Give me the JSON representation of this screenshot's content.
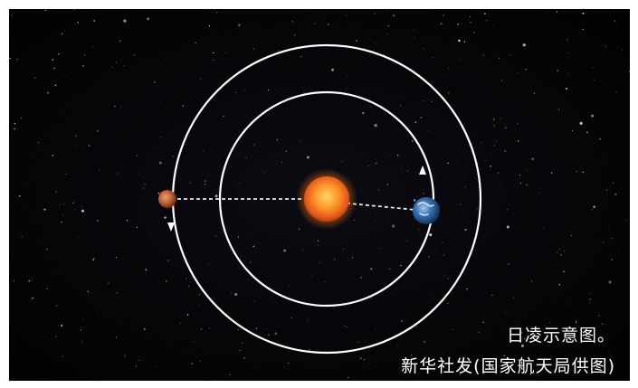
{
  "caption": {
    "line1": "日凌示意图。",
    "line2": "新华社发(国家航天局供图)"
  },
  "colors": {
    "background": "#050507",
    "orbit": "#ffffff",
    "sun": "#f47a1f",
    "mars": "#c0613a",
    "earth": "#2f6fb0"
  },
  "bodies": [
    "sun",
    "earth",
    "mars"
  ]
}
